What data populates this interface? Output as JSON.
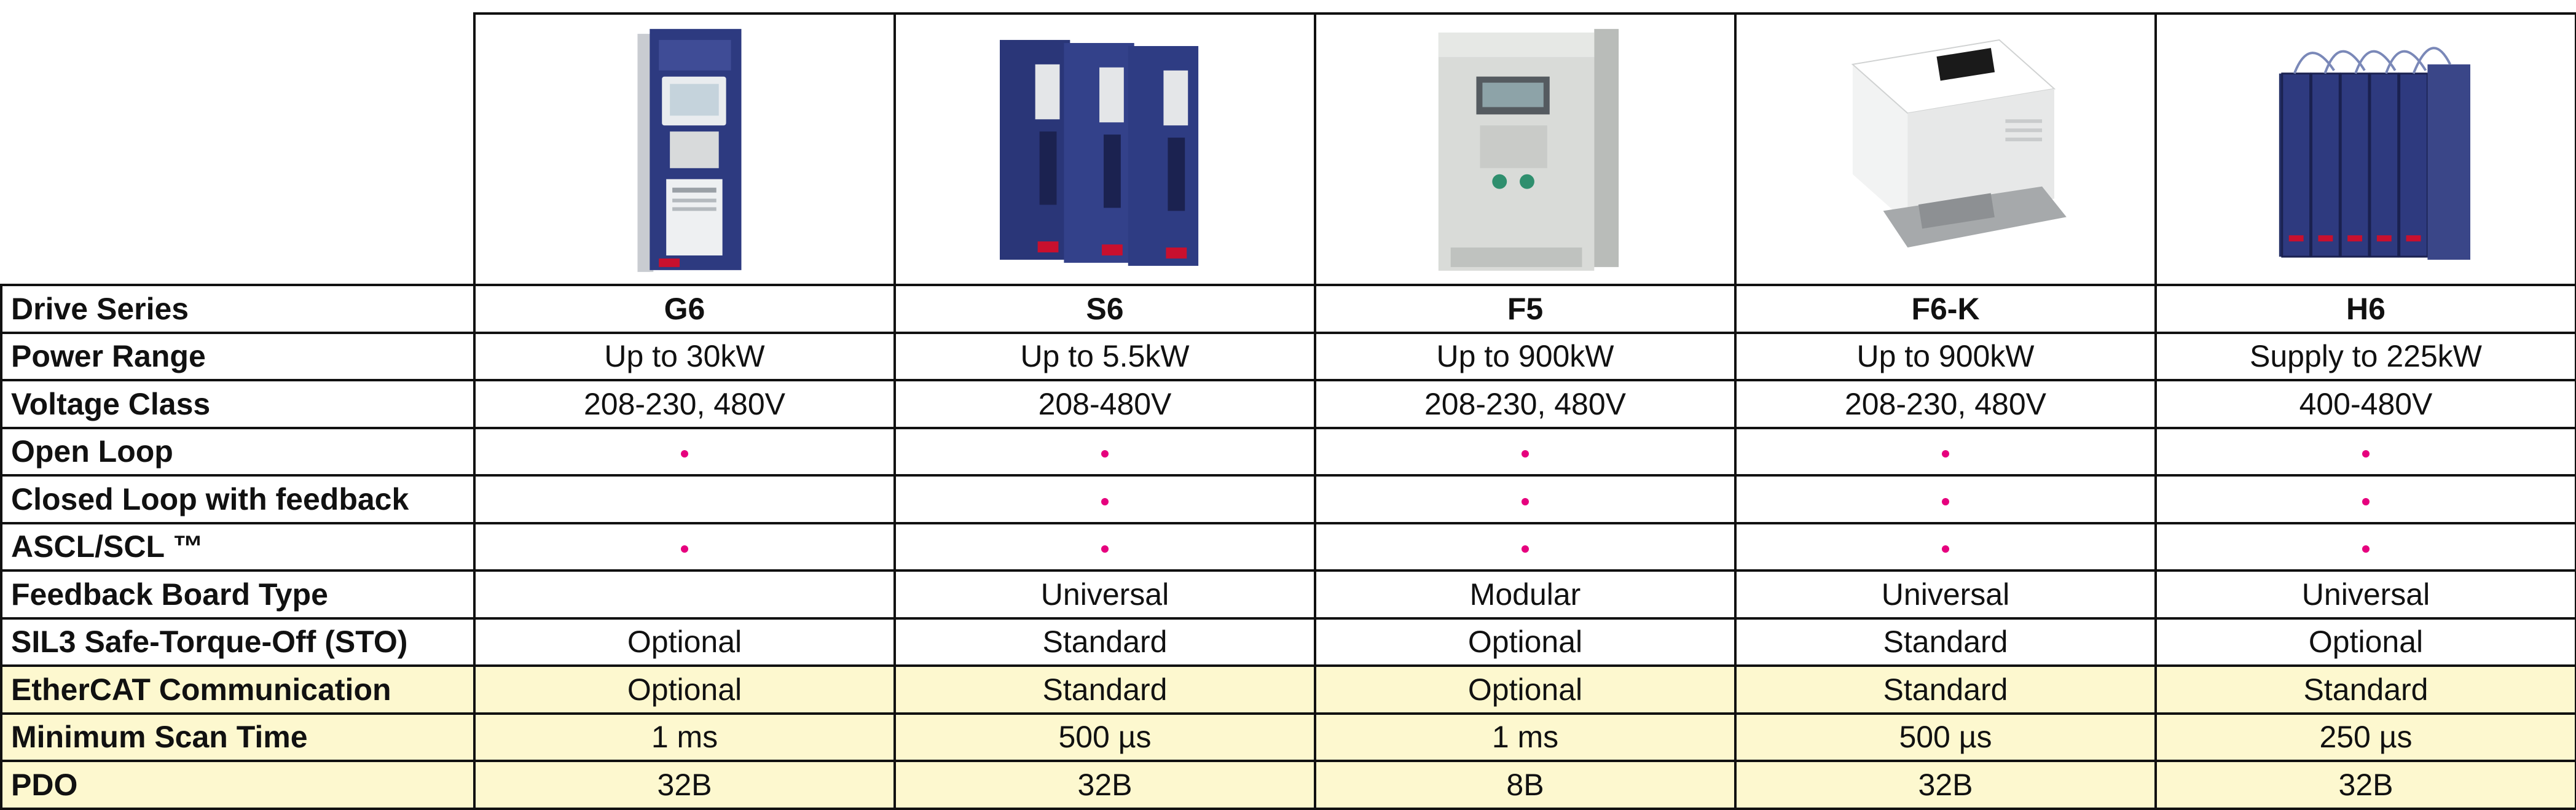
{
  "colors": {
    "dot": "#e6007e",
    "highlight_row": "#fdf8cf",
    "drive_blue": "#2e3a7f",
    "drive_grey": "#d8dadb"
  },
  "products": [
    {
      "image_icon": "g6-drive-image",
      "color": "blue"
    },
    {
      "image_icon": "s6-drive-image",
      "color": "blue"
    },
    {
      "image_icon": "f5-drive-image",
      "color": "grey"
    },
    {
      "image_icon": "f6k-drive-image",
      "color": "white"
    },
    {
      "image_icon": "h6-drive-image",
      "color": "navy"
    }
  ],
  "rows": [
    {
      "label": "Drive Series",
      "cells": [
        "G6",
        "S6",
        "F5",
        "F6-K",
        "H6"
      ]
    },
    {
      "label": "Power Range",
      "cells": [
        "Up to 30kW",
        "Up to 5.5kW",
        "Up to 900kW",
        "Up to 900kW",
        "Supply to 225kW"
      ]
    },
    {
      "label": "Voltage Class",
      "cells": [
        "208-230, 480V",
        "208-480V",
        "208-230, 480V",
        "208-230, 480V",
        "400-480V"
      ]
    },
    {
      "label": "Open Loop",
      "dots": [
        true,
        true,
        true,
        true,
        true
      ]
    },
    {
      "label": "Closed Loop with feedback",
      "dots": [
        false,
        true,
        true,
        true,
        true
      ]
    },
    {
      "label": "ASCL/SCL ™",
      "dots": [
        true,
        true,
        true,
        true,
        true
      ]
    },
    {
      "label": "Feedback Board Type",
      "cells": [
        "",
        "Universal",
        "Modular",
        "Universal",
        "Universal"
      ]
    },
    {
      "label": "SIL3 Safe-Torque-Off (STO)",
      "cells": [
        "Optional",
        "Standard",
        "Optional",
        "Standard",
        "Optional"
      ]
    },
    {
      "label": "EtherCAT Communication",
      "cells": [
        "Optional",
        "Standard",
        "Optional",
        "Standard",
        "Standard"
      ]
    },
    {
      "label": "Minimum Scan Time",
      "cells": [
        "1 ms",
        "500 µs",
        "1 ms",
        "500 µs",
        "250 µs"
      ]
    },
    {
      "label": "PDO",
      "cells": [
        "32B",
        "32B",
        "8B",
        "32B",
        "32B"
      ]
    }
  ]
}
